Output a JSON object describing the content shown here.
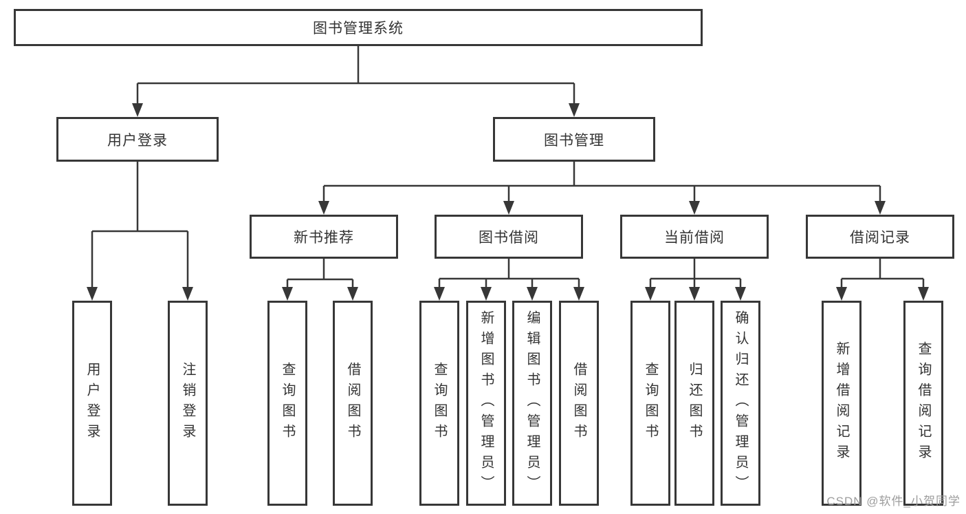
{
  "tree": {
    "root": "图书管理系统",
    "branches": [
      {
        "label": "用户登录",
        "children": [
          "用户登录",
          "注销登录"
        ]
      },
      {
        "label": "图书管理",
        "groups": [
          {
            "label": "新书推荐",
            "children": [
              "查询图书",
              "借阅图书"
            ]
          },
          {
            "label": "图书借阅",
            "children": [
              "查询图书",
              "新增图书（管理员）",
              "编辑图书（管理员）",
              "借阅图书"
            ]
          },
          {
            "label": "当前借阅",
            "children": [
              "查询图书",
              "归还图书",
              "确认归还（管理员）"
            ]
          },
          {
            "label": "借阅记录",
            "children": [
              "新增借阅记录",
              "查询借阅记录"
            ]
          }
        ]
      }
    ]
  },
  "watermark": {
    "text": "CSDN @软件_小贺同学"
  },
  "colors": {
    "line": "#373737",
    "box_border": "#373737",
    "text": "#333333",
    "watermark": "#9c9c9c",
    "background": "#ffffff"
  }
}
